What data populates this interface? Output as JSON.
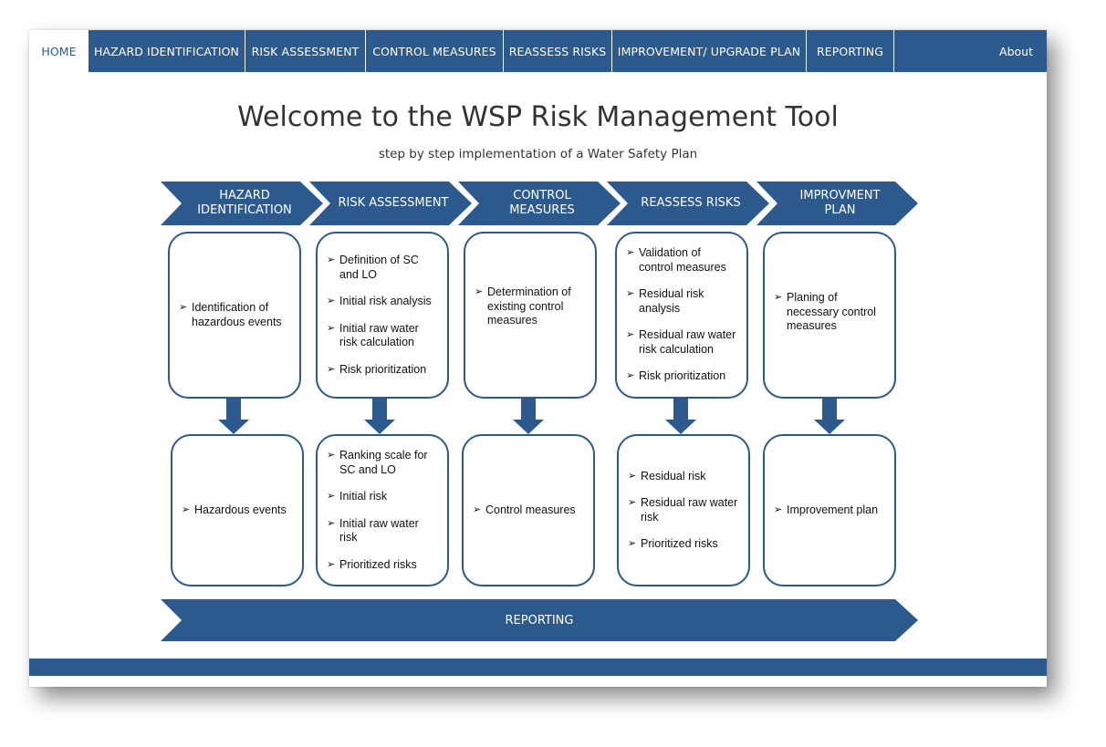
{
  "nav": {
    "items": [
      {
        "label": "HOME"
      },
      {
        "label": "HAZARD IDENTIFICATION"
      },
      {
        "label": "RISK ASSESSMENT"
      },
      {
        "label": "CONTROL MEASURES"
      },
      {
        "label": "REASSESS RISKS"
      },
      {
        "label": "IMPROVEMENT/ UPGRADE PLAN"
      },
      {
        "label": "REPORTING"
      }
    ],
    "about": "About"
  },
  "header": {
    "title": "Welcome to the WSP Risk Management Tool",
    "subtitle": "step by step implementation of a Water Safety Plan"
  },
  "steps": [
    {
      "label": "HAZARD IDENTIFICATION"
    },
    {
      "label": "RISK ASSESSMENT"
    },
    {
      "label": "CONTROL MEASURES"
    },
    {
      "label": "REASSESS RISKS"
    },
    {
      "label": "IMPROVMENT PLAN"
    }
  ],
  "activities": [
    {
      "items": [
        "Identification of hazardous events"
      ]
    },
    {
      "items": [
        "Definition of  SC and LO",
        "Initial  risk analysis",
        "Initial  raw water risk calculation",
        "Risk prioritization"
      ]
    },
    {
      "items": [
        "Determination of existing control measures"
      ]
    },
    {
      "items": [
        "Validation  of control measures",
        "Residual risk analysis",
        "Residual raw water risk calculation",
        "Risk prioritization"
      ]
    },
    {
      "items": [
        "Planing of necessary control measures"
      ]
    }
  ],
  "outputs": [
    {
      "items": [
        "Hazardous events"
      ]
    },
    {
      "items": [
        "Ranking scale for SC and LO",
        "Initial  risk",
        "Initial  raw water risk",
        "Prioritized  risks"
      ]
    },
    {
      "items": [
        "Control measures"
      ]
    },
    {
      "items": [
        "Residual risk",
        "Residual raw water risk",
        "Prioritized  risks"
      ]
    },
    {
      "items": [
        "Improvement  plan"
      ]
    }
  ],
  "reporting": {
    "label": "REPORTING"
  },
  "bullet_glyph": "➢",
  "colors": {
    "accent": "#2c5a8e",
    "background": "#ffffff",
    "text": "#333333"
  }
}
